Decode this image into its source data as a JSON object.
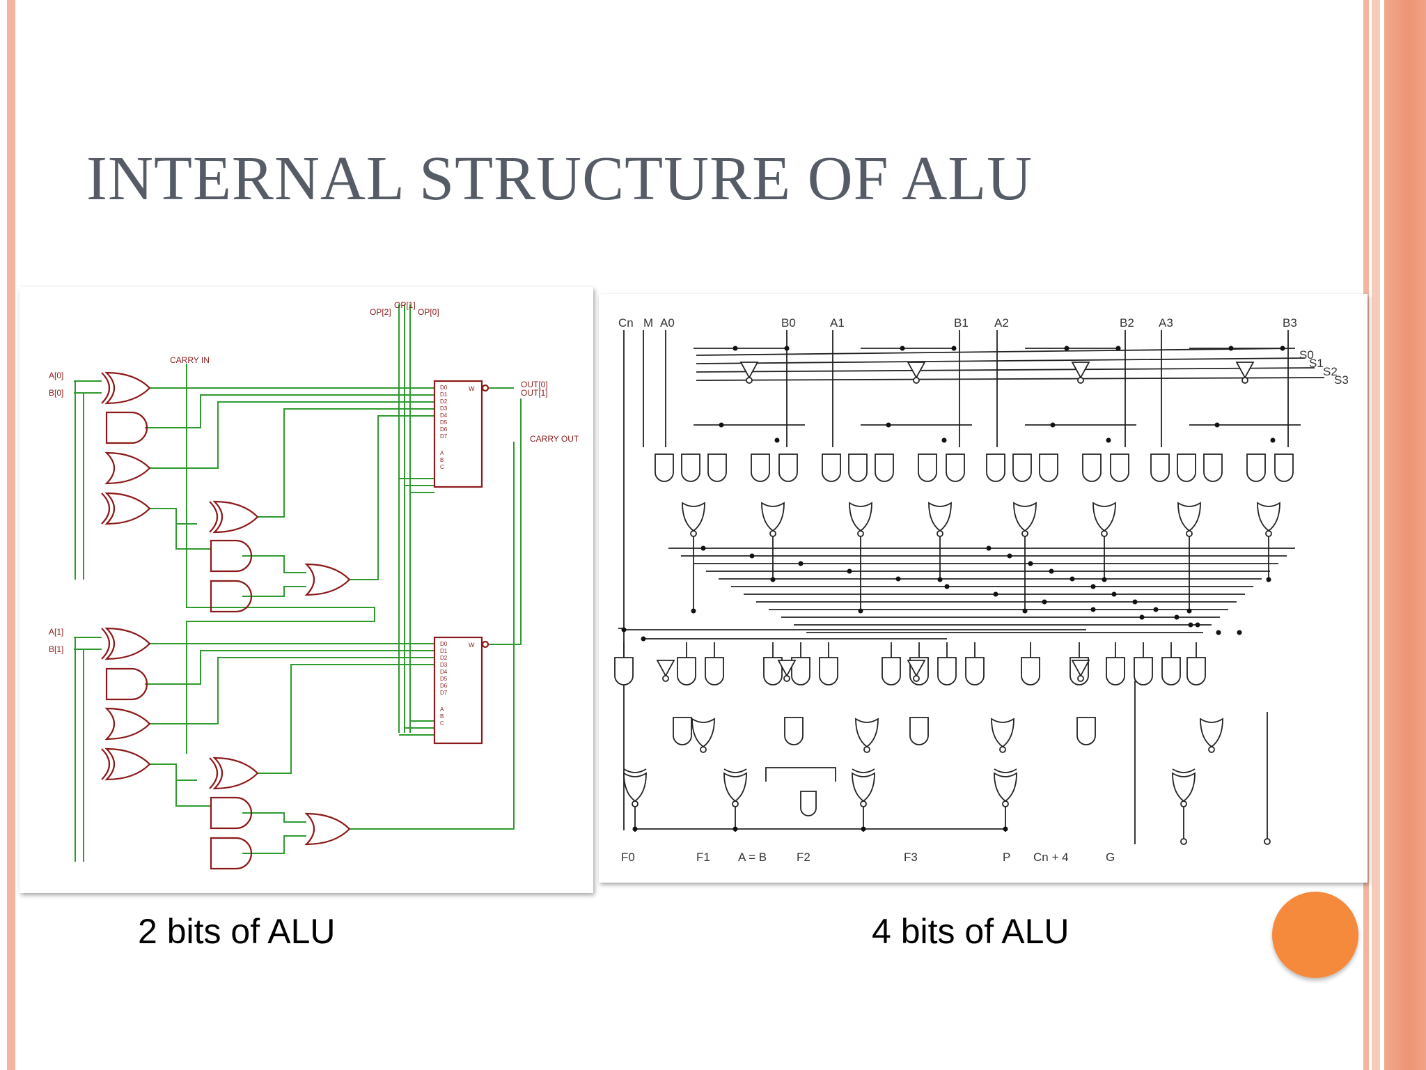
{
  "slide": {
    "title": "INTERNAL STRUCTURE OF ALU"
  },
  "figures": [
    {
      "caption": "2 bits of ALU",
      "signals": {
        "op0": "OP[0]",
        "op1": "OP[1]",
        "op2": "OP[2]",
        "carry_in": "CARRY IN",
        "carry_out": "CARRY OUT",
        "a0": "A[0]",
        "b0": "B[0]",
        "a1": "A[1]",
        "b1": "B[1]",
        "out0": "OUT[0]",
        "out1": "OUT[1]"
      },
      "mux_inputs": [
        "D0",
        "D1",
        "D2",
        "D3",
        "D4",
        "D5",
        "D6",
        "D7"
      ],
      "mux_select": [
        "A",
        "B",
        "C"
      ],
      "mux_output": "W"
    },
    {
      "caption": "4 bits of ALU",
      "top_labels": [
        "Cn",
        "M",
        "A0",
        "B0",
        "A1",
        "B1",
        "A2",
        "B2",
        "A3",
        "B3"
      ],
      "select_labels": [
        "S0",
        "S1",
        "S2",
        "S3"
      ],
      "bottom_labels": [
        "F0",
        "F1",
        "A = B",
        "F2",
        "F3",
        "P",
        "Cn + 4",
        "G"
      ]
    }
  ],
  "colors": {
    "left_bar": "#f3b5a0",
    "right_bars": [
      "#f3b5a0",
      "#ef9a7d"
    ],
    "title": "#555c66",
    "circuit_2bit_gates": "#8c1a1a",
    "circuit_2bit_wires": "#2e9a2e",
    "circuit_4bit": "#222222",
    "accent_dot": "#f58a3d"
  }
}
